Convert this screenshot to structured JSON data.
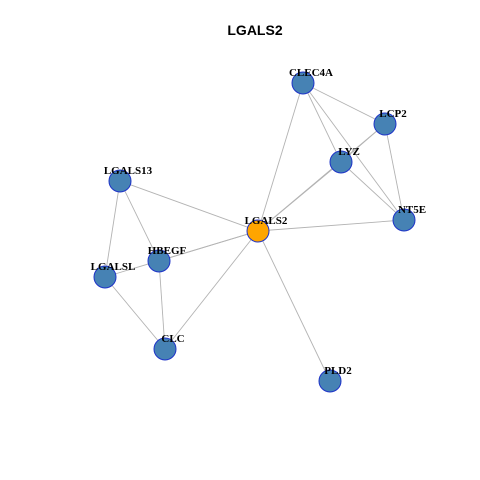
{
  "title": "LGALS2",
  "colors": {
    "hub_fill": "#ffa500",
    "node_fill": "#4682b4",
    "node_stroke": "#1e33c8",
    "edge": "#b3b3b3"
  },
  "nodes": [
    {
      "id": "LGALS2",
      "label": "LGALS2",
      "hub": true
    },
    {
      "id": "CLEC4A",
      "label": "CLEC4A",
      "hub": false
    },
    {
      "id": "LCP2",
      "label": "LCP2",
      "hub": false
    },
    {
      "id": "LYZ",
      "label": "LYZ",
      "hub": false
    },
    {
      "id": "NT5E",
      "label": "NT5E",
      "hub": false
    },
    {
      "id": "LGALS13",
      "label": "LGALS13",
      "hub": false
    },
    {
      "id": "HBEGF",
      "label": "HBEGF",
      "hub": false
    },
    {
      "id": "LGALSL",
      "label": "LGALSL",
      "hub": false
    },
    {
      "id": "CLC",
      "label": "CLC",
      "hub": false
    },
    {
      "id": "PLD2",
      "label": "PLD2",
      "hub": false
    }
  ],
  "edges": [
    [
      "LGALS2",
      "CLEC4A"
    ],
    [
      "LGALS2",
      "LCP2"
    ],
    [
      "LGALS2",
      "LYZ"
    ],
    [
      "LGALS2",
      "NT5E"
    ],
    [
      "LGALS2",
      "LGALS13"
    ],
    [
      "LGALS2",
      "HBEGF"
    ],
    [
      "LGALS2",
      "LGALSL"
    ],
    [
      "LGALS2",
      "CLC"
    ],
    [
      "LGALS2",
      "PLD2"
    ],
    [
      "CLEC4A",
      "LCP2"
    ],
    [
      "CLEC4A",
      "LYZ"
    ],
    [
      "CLEC4A",
      "NT5E"
    ],
    [
      "LCP2",
      "LYZ"
    ],
    [
      "LCP2",
      "NT5E"
    ],
    [
      "LYZ",
      "NT5E"
    ],
    [
      "LGALS13",
      "HBEGF"
    ],
    [
      "LGALS13",
      "LGALSL"
    ],
    [
      "HBEGF",
      "CLC"
    ],
    [
      "LGALSL",
      "CLC"
    ]
  ]
}
